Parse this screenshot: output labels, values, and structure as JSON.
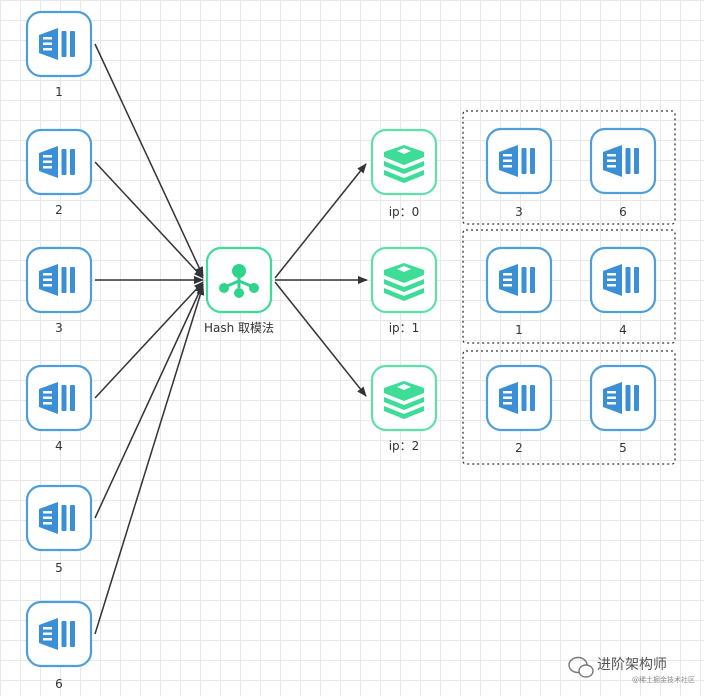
{
  "clients": [
    {
      "label": "1"
    },
    {
      "label": "2"
    },
    {
      "label": "3"
    },
    {
      "label": "4"
    },
    {
      "label": "5"
    },
    {
      "label": "6"
    }
  ],
  "hash_node": {
    "label": "Hash  取模法"
  },
  "servers": [
    {
      "label": "ip：0",
      "clients": [
        "3",
        "6"
      ]
    },
    {
      "label": "ip：1",
      "clients": [
        "1",
        "4"
      ]
    },
    {
      "label": "ip：2",
      "clients": [
        "2",
        "5"
      ]
    }
  ],
  "watermark": {
    "text": "进阶架构师",
    "sub": "@稀土掘金技术社区"
  },
  "colors": {
    "client_stroke": "#4f9ed8",
    "client_fill": "#3a8fd6",
    "hash_stroke": "#3ddc97",
    "hash_fill": "#2fd48c",
    "server_stroke": "#5fe0a8",
    "server_fill": "#3ddc97",
    "arrow": "#333333"
  }
}
